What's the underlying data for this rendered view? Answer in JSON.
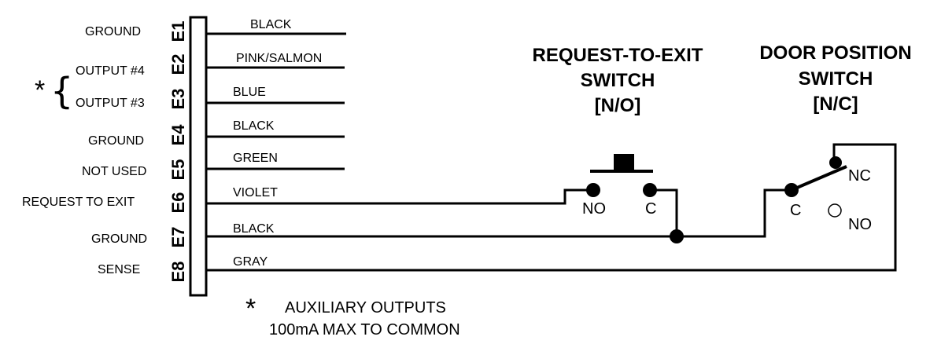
{
  "terminals": [
    {
      "id": "E1",
      "function": "GROUND",
      "wire": "BLACK"
    },
    {
      "id": "E2",
      "function": "OUTPUT #4",
      "wire": "PINK/SALMON"
    },
    {
      "id": "E3",
      "function": "OUTPUT #3",
      "wire": "BLUE"
    },
    {
      "id": "E4",
      "function": "GROUND",
      "wire": "BLACK"
    },
    {
      "id": "E5",
      "function": "NOT USED",
      "wire": "GREEN"
    },
    {
      "id": "E6",
      "function": "REQUEST TO EXIT",
      "wire": "VIOLET"
    },
    {
      "id": "E7",
      "function": "GROUND",
      "wire": "BLACK"
    },
    {
      "id": "E8",
      "function": "SENSE",
      "wire": "GRAY"
    }
  ],
  "bracket": {
    "star": "*",
    "brace": "{"
  },
  "rex_switch": {
    "title_lines": [
      "REQUEST-TO-EXIT",
      "SWITCH",
      "[N/O]"
    ],
    "contact_no": "NO",
    "contact_c": "C"
  },
  "door_switch": {
    "title_lines": [
      "DOOR POSITION",
      "SWITCH",
      "[N/C]"
    ],
    "contact_nc": "NC",
    "contact_c": "C",
    "contact_no": "NO"
  },
  "footnote": {
    "star": "*",
    "line1": "AUXILIARY OUTPUTS",
    "line2": "100mA MAX TO COMMON"
  }
}
